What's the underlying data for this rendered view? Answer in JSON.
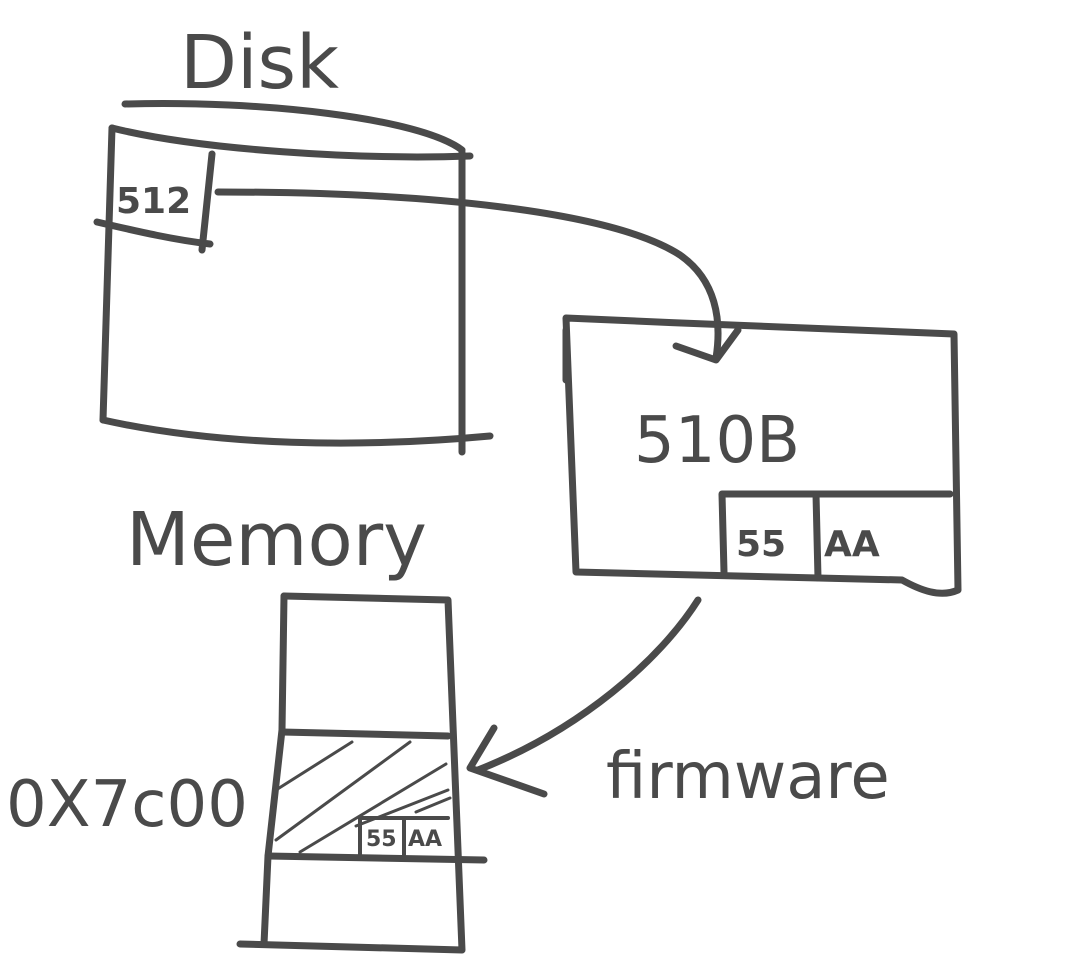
{
  "disk": {
    "title": "Disk",
    "sector_label": "512"
  },
  "sector": {
    "size_label": "510B",
    "signature": [
      "55",
      "AA"
    ]
  },
  "memory": {
    "title": "Memory",
    "address_label": "0X7c00",
    "signature": [
      "55",
      "AA"
    ]
  },
  "firmware": {
    "label": "firmware"
  },
  "colors": {
    "ink": "#4a4a4a",
    "background": "#ffffff"
  }
}
